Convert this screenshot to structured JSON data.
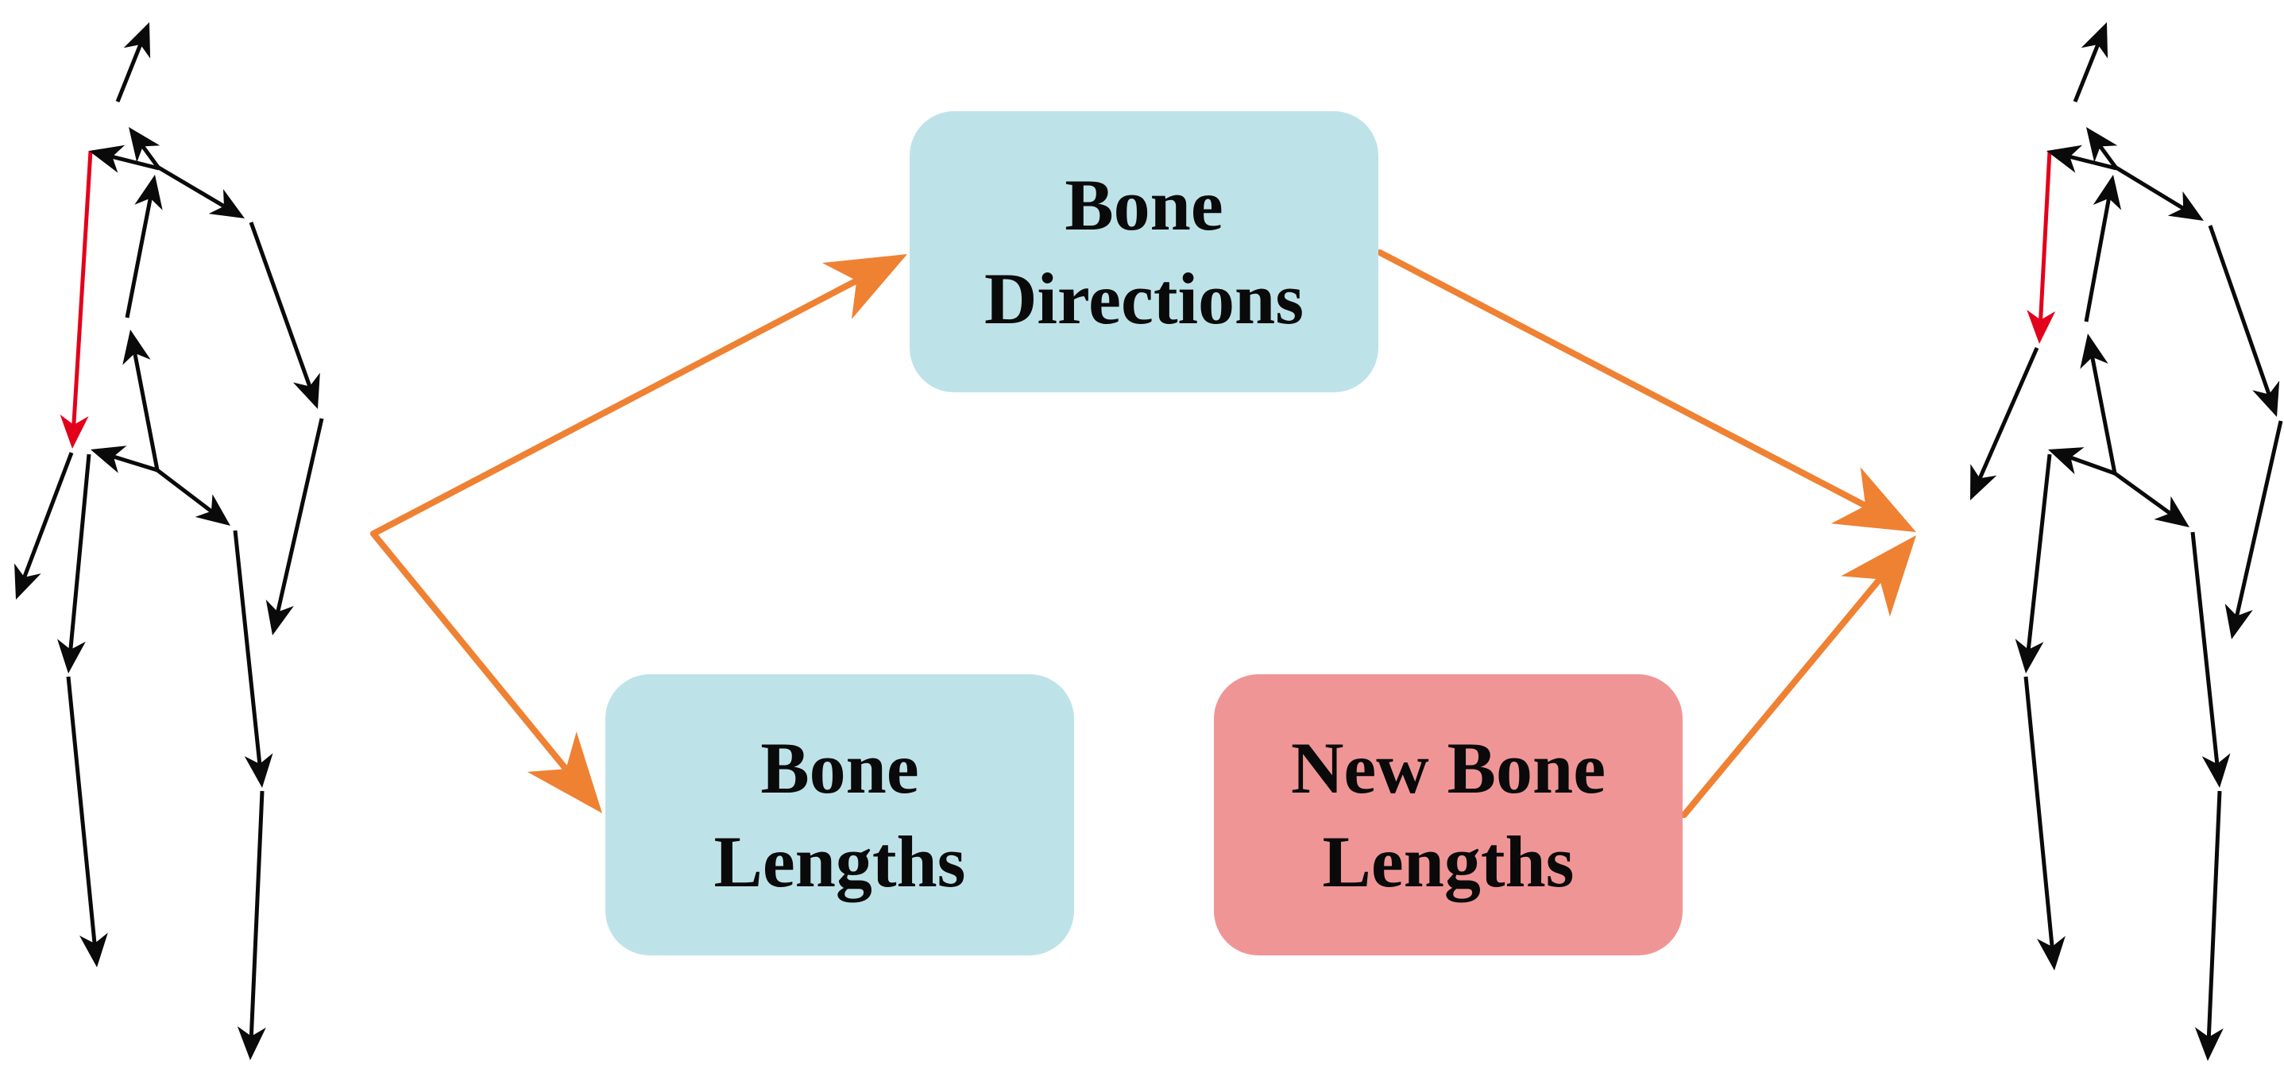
{
  "colors": {
    "box_blue": "#bde3e9",
    "box_red": "#f09596",
    "arrow_orange": "#ef8133",
    "bone_black": "#0a0a0a",
    "bone_highlight_red": "#e3001b"
  },
  "nodes": {
    "bone_directions": {
      "line1": "Bone",
      "line2": "Directions"
    },
    "bone_lengths": {
      "line1": "Bone",
      "line2": "Lengths"
    },
    "new_bone_lengths": {
      "line1": "New Bone",
      "line2": "Lengths"
    }
  },
  "edges": [
    {
      "from": "input_skeleton",
      "to": "bone_directions"
    },
    {
      "from": "input_skeleton",
      "to": "bone_lengths"
    },
    {
      "from": "bone_directions",
      "to": "output_skeleton"
    },
    {
      "from": "new_bone_lengths",
      "to": "output_skeleton"
    }
  ],
  "skeletons": {
    "input": {
      "highlighted_bone": "upper-arm",
      "highlight_color": "#e3001b"
    },
    "output": {
      "highlighted_bone": "upper-arm",
      "highlight_color": "#e3001b"
    }
  }
}
